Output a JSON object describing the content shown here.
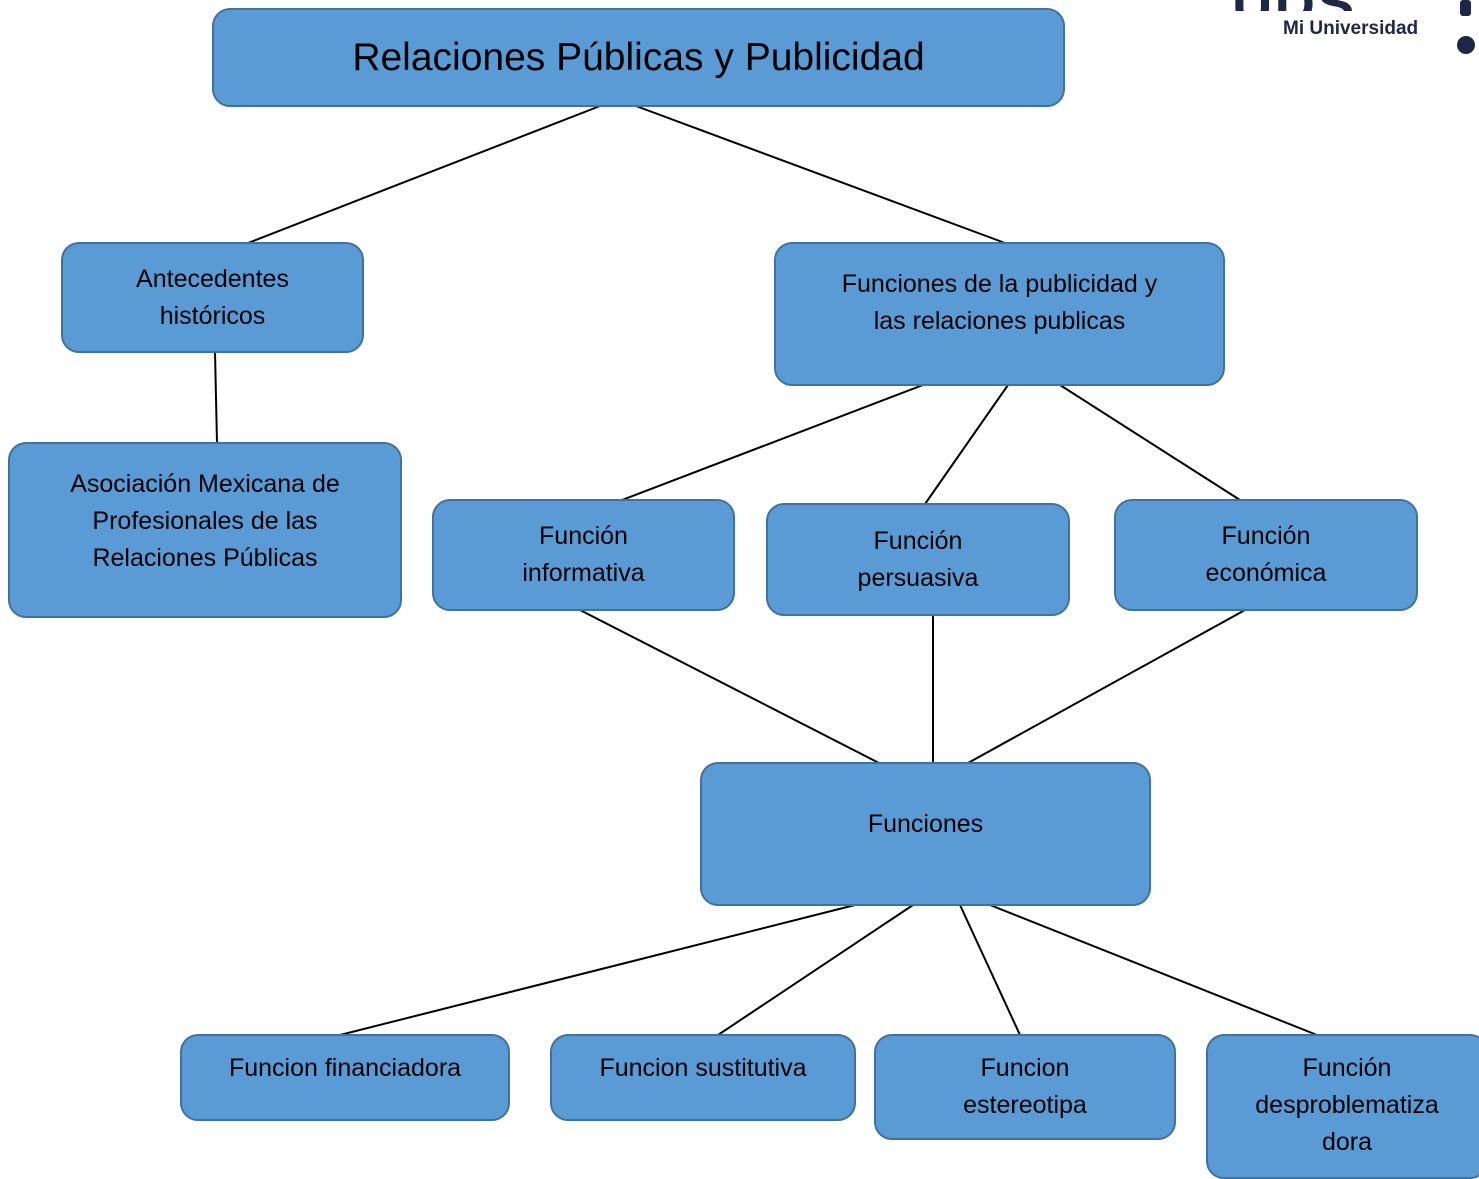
{
  "diagram": {
    "title": "Relaciones Públicas y Publicidad",
    "nodes": {
      "antecedentes": "Antecedentes\nhistóricos",
      "asociacion": "Asociación Mexicana de\nProfesionales de las\nRelaciones Públicas",
      "funciones_pub": "Funciones de la publicidad y\nlas relaciones publicas",
      "informativa": "Función\ninformativa",
      "persuasiva": "Función\npersuasiva",
      "economica": "Función\neconómica",
      "funciones": "Funciones",
      "financiadora": "Funcion financiadora",
      "sustitutiva": "Funcion sustitutiva",
      "estereotipa": "Funcion\nestereotipa",
      "desproblematizadora": "Función\ndesproblematiza\ndora"
    },
    "edges": [
      [
        "title",
        "antecedentes"
      ],
      [
        "title",
        "funciones_pub"
      ],
      [
        "antecedentes",
        "asociacion"
      ],
      [
        "funciones_pub",
        "informativa"
      ],
      [
        "funciones_pub",
        "persuasiva"
      ],
      [
        "funciones_pub",
        "economica"
      ],
      [
        "informativa",
        "funciones"
      ],
      [
        "persuasiva",
        "funciones"
      ],
      [
        "economica",
        "funciones"
      ],
      [
        "funciones",
        "financiadora"
      ],
      [
        "funciones",
        "sustitutiva"
      ],
      [
        "funciones",
        "estereotipa"
      ],
      [
        "funciones",
        "desproblematizadora"
      ]
    ]
  },
  "logo": {
    "text": "Mi Universidad",
    "letters": "UDS"
  },
  "colors": {
    "node_fill": "#5b9bd5",
    "node_border": "#41719c",
    "connector": "#000000",
    "logo_navy": "#1e2745"
  }
}
